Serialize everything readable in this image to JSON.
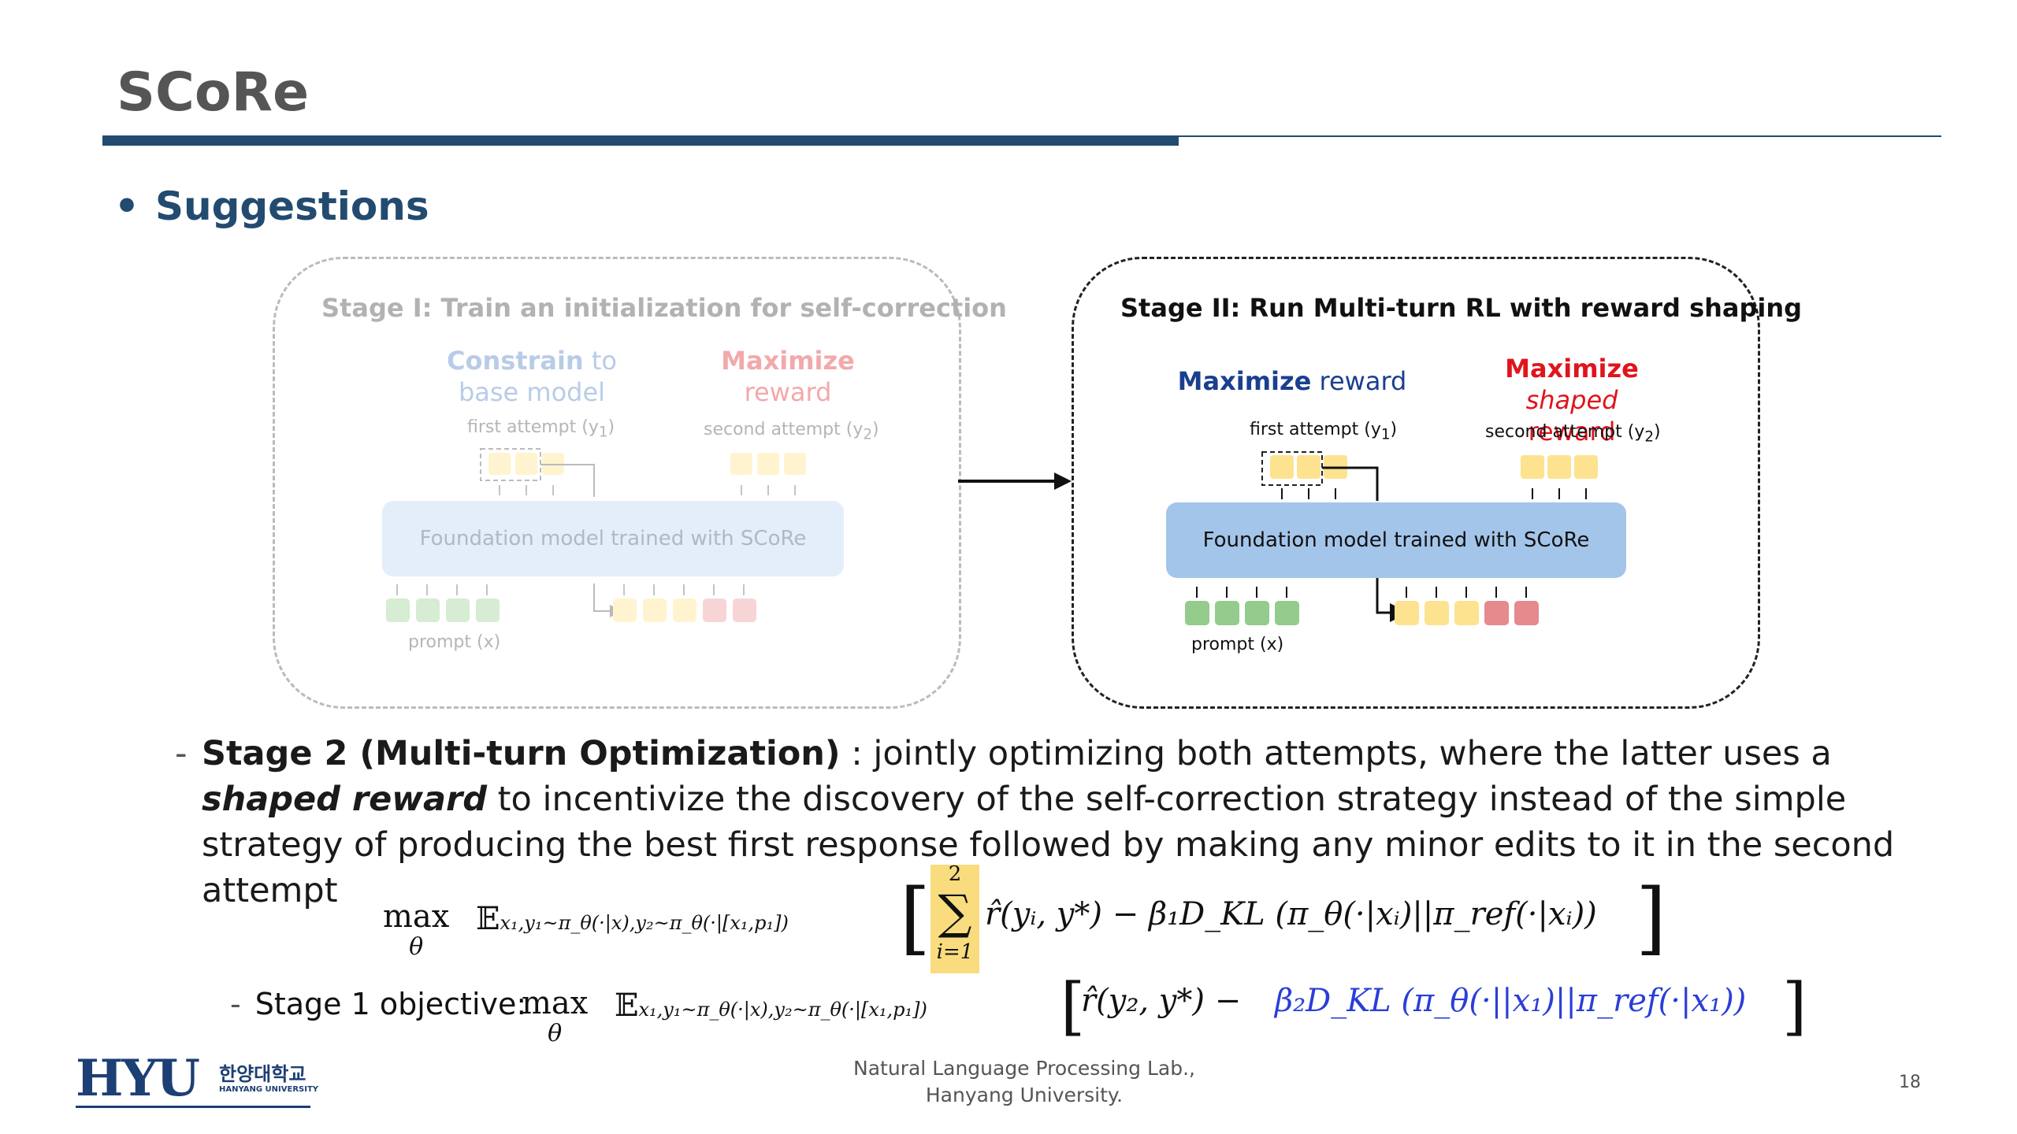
{
  "slide": {
    "title": "SCoRe",
    "bullet": "Suggestions",
    "page_number": "18"
  },
  "stage1": {
    "heading": "Stage I: Train an initialization for self-correction",
    "constrain_bold": "Constrain",
    "constrain_rest": " to",
    "constrain_line2": "base model",
    "maximize_line1": "Maximize",
    "maximize_line2": "reward",
    "first_attempt": "first attempt (y",
    "first_attempt_sub": "1",
    "second_attempt": "second attempt (y",
    "second_attempt_sub": "2",
    "foundation": "Foundation model trained with SCoRe",
    "prompt": "prompt (x)"
  },
  "stage2": {
    "heading": "Stage II: Run Multi-turn RL with reward shaping",
    "maximize_bold": "Maximize",
    "maximize_rest": " reward",
    "shaped_bold": "Maximize",
    "shaped_italic": "shaped",
    "shaped_line2": "reward",
    "first_attempt": "first attempt (y",
    "first_attempt_sub": "1",
    "second_attempt": "second attempt (y",
    "second_attempt_sub": "2",
    "foundation": "Foundation model trained with SCoRe",
    "prompt": "prompt (x)"
  },
  "description": {
    "dash": "-",
    "bold_label": "Stage 2 (Multi-turn Optimization)",
    "text_part1": " : jointly optimizing both attempts, where the latter uses a ",
    "emphasis": "shaped reward",
    "text_part2": " to incentivize the discovery of the self-correction strategy instead of the simple strategy of producing the best first response followed by making any minor edits to it in the second attempt"
  },
  "stage2_objective": {
    "max": "max",
    "theta": "θ",
    "expectation": "𝔼",
    "subscript": "x₁,y₁~π_θ(·|x),y₂~π_θ(·|[x₁,p₁])",
    "sum_top": "2",
    "sum_symbol": "∑",
    "sum_bottom": "i=1",
    "body": "r̂(yᵢ, y*) − β₁D_KL (π_θ(·|xᵢ)||π_ref(·|xᵢ))"
  },
  "stage1_objective": {
    "dash": "-",
    "label": "Stage 1 objective:",
    "max": "max",
    "theta": "θ",
    "expectation": "𝔼",
    "subscript": "x₁,y₁~π_θ(·|x),y₂~π_θ(·|[x₁,p₁])",
    "reward": "r̂(y₂, y*) − ",
    "kl": "β₂D_KL (π_θ(·||x₁)||π_ref(·|x₁))"
  },
  "footer": {
    "logo_text": "HYU",
    "logo_korean": "한양대학교",
    "logo_english": "HANYANG UNIVERSITY",
    "lab_line1": "Natural Language Processing Lab.,",
    "lab_line2": "Hanyang University."
  },
  "colors": {
    "navy": "#234b70",
    "blue_text": "#1a3f8f",
    "red_text": "#e0141c",
    "fm_blue": "#a4c5ea",
    "token_yellow": "#fde38f",
    "token_green": "#93cc8c",
    "token_red": "#e68a8e",
    "kl_blue": "#2a3ed8",
    "sum_highlight": "#f8dc7e"
  }
}
